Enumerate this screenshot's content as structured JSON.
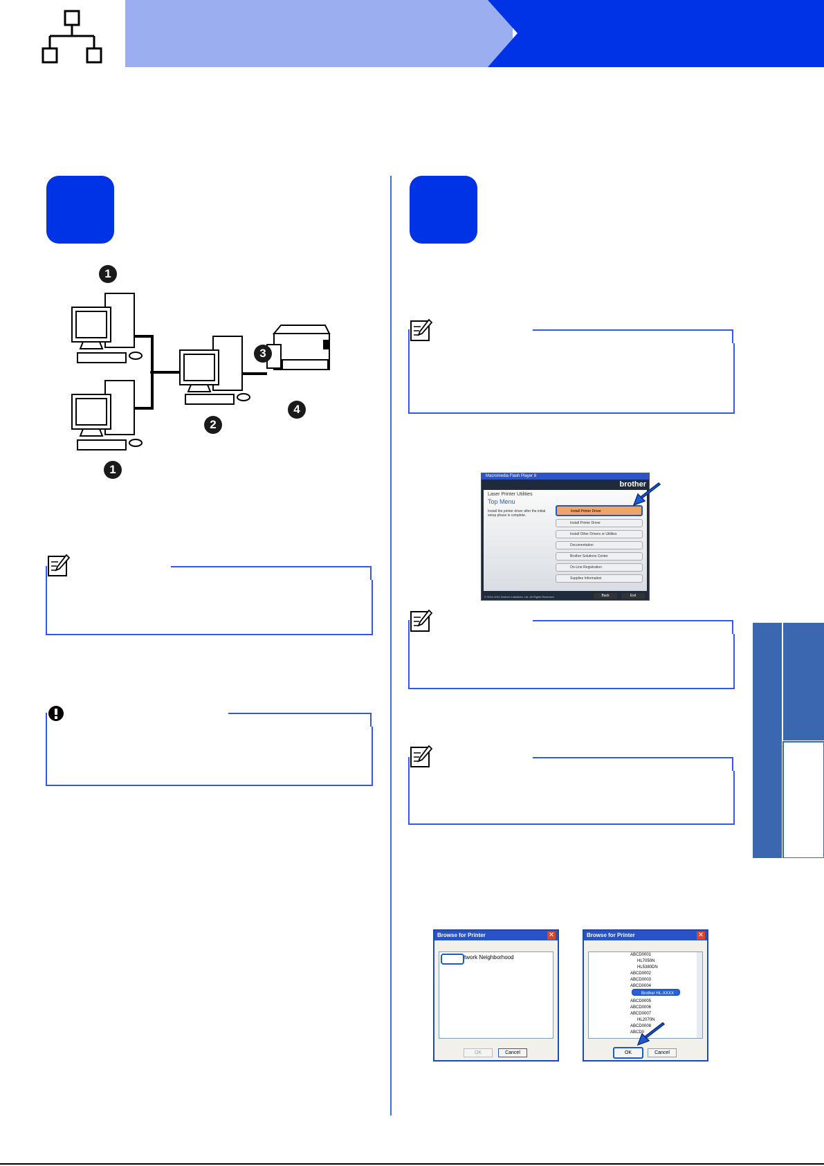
{
  "diagram": {
    "markers": [
      "1",
      "1",
      "2",
      "3",
      "4"
    ]
  },
  "installer_window": {
    "title": "Macromedia Flash Player 8",
    "brand": "brother",
    "section": "Laser Printer Utilities",
    "menu_title": "Top Menu",
    "description": "Install the printer driver after the initial setup phase is complete.",
    "items": [
      "Install Printer Driver",
      "Install Printer Driver",
      "Install Other Drivers or Utilities",
      "Documentation",
      "Brother Solutions Center",
      "On-Line Registration",
      "Supplies Information"
    ],
    "back_label": "Back",
    "exit_label": "Exit",
    "copyright": "© 2001-2011 Brother Industries, Ltd. All Rights Reserved."
  },
  "browse_left": {
    "title": "Browse for Printer",
    "tree_item": "twork Neighborhood",
    "ok_label": "OK",
    "cancel_label": "Cancel"
  },
  "browse_right": {
    "title": "Browse for Printer",
    "tree": [
      "ABCD0001",
      "HL7050N",
      "HL5380DN",
      "ABCD0002",
      "ABCD0003",
      "ABCD0004",
      "Brother HL-XXXX",
      "ABCD0005",
      "ABCD0006",
      "ABCD0007",
      "HL2070N",
      "ABCD0008",
      "ABCD0"
    ],
    "ok_label": "OK",
    "cancel_label": "Cancel"
  }
}
